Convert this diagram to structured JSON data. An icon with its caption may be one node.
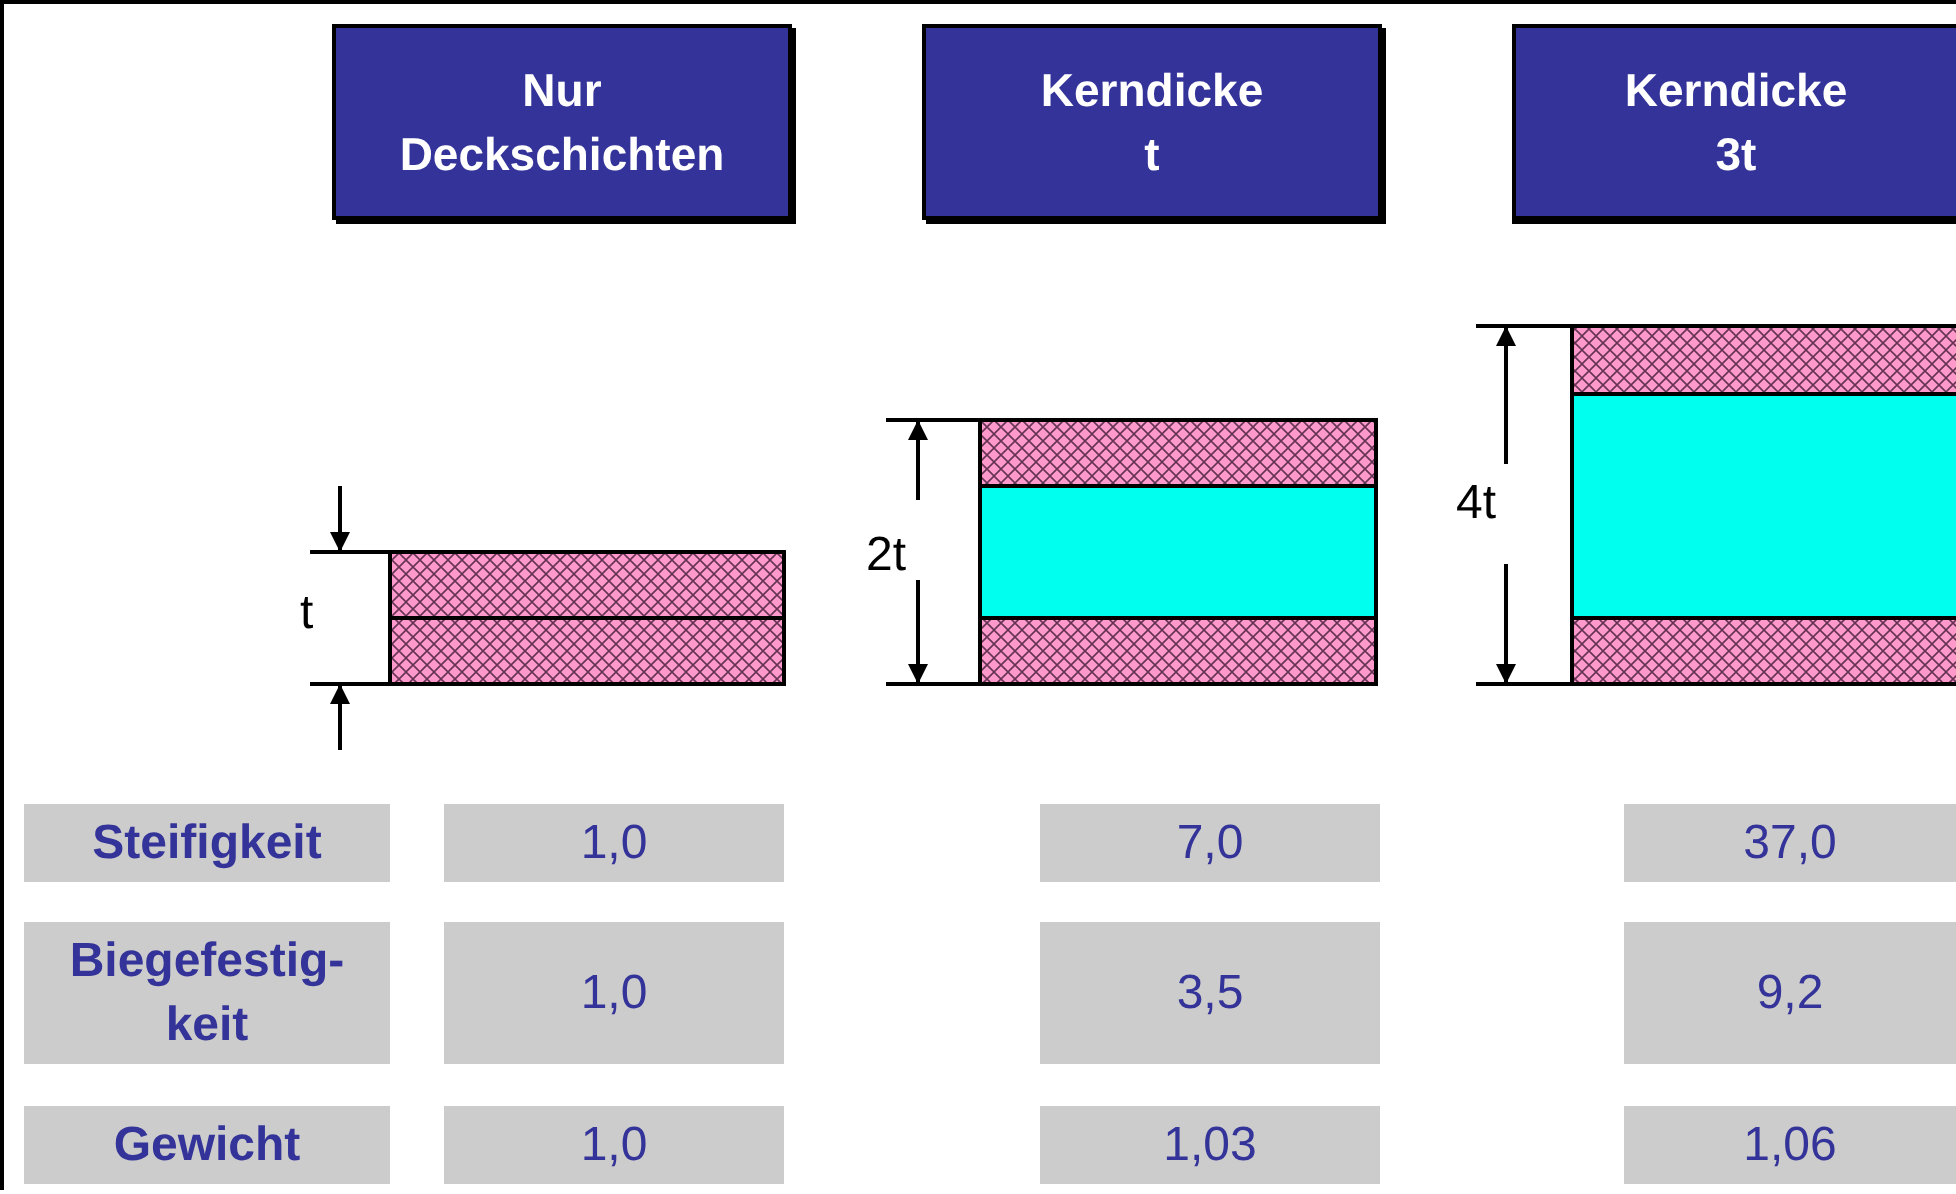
{
  "diagram": {
    "nodes": [
      {
        "text": [
          "Nur Deckschichten"
        ]
      },
      {
        "text": [
          "Kerndicke t"
        ]
      },
      {
        "text": [
          "Kerndicke 3t"
        ]
      },
      {
        "text": [
          "Steifigkeit"
        ]
      },
      {
        "text": [
          "1,0"
        ]
      },
      {
        "text": [
          "7,0"
        ]
      },
      {
        "text": [
          "37,0"
        ]
      },
      {
        "text": [
          "Biegefestig- keit"
        ]
      },
      {
        "text": [
          "1,0"
        ]
      },
      {
        "text": [
          "3,5"
        ]
      },
      {
        "text": [
          "9,2"
        ]
      },
      {
        "text": [
          "Gewicht"
        ]
      },
      {
        "text": [
          "1,0"
        ]
      },
      {
        "text": [
          "1,03"
        ]
      },
      {
        "text": [
          "1,06"
        ]
      }
    ],
    "labels": [
      "t",
      "2t",
      "4t"
    ]
  }
}
